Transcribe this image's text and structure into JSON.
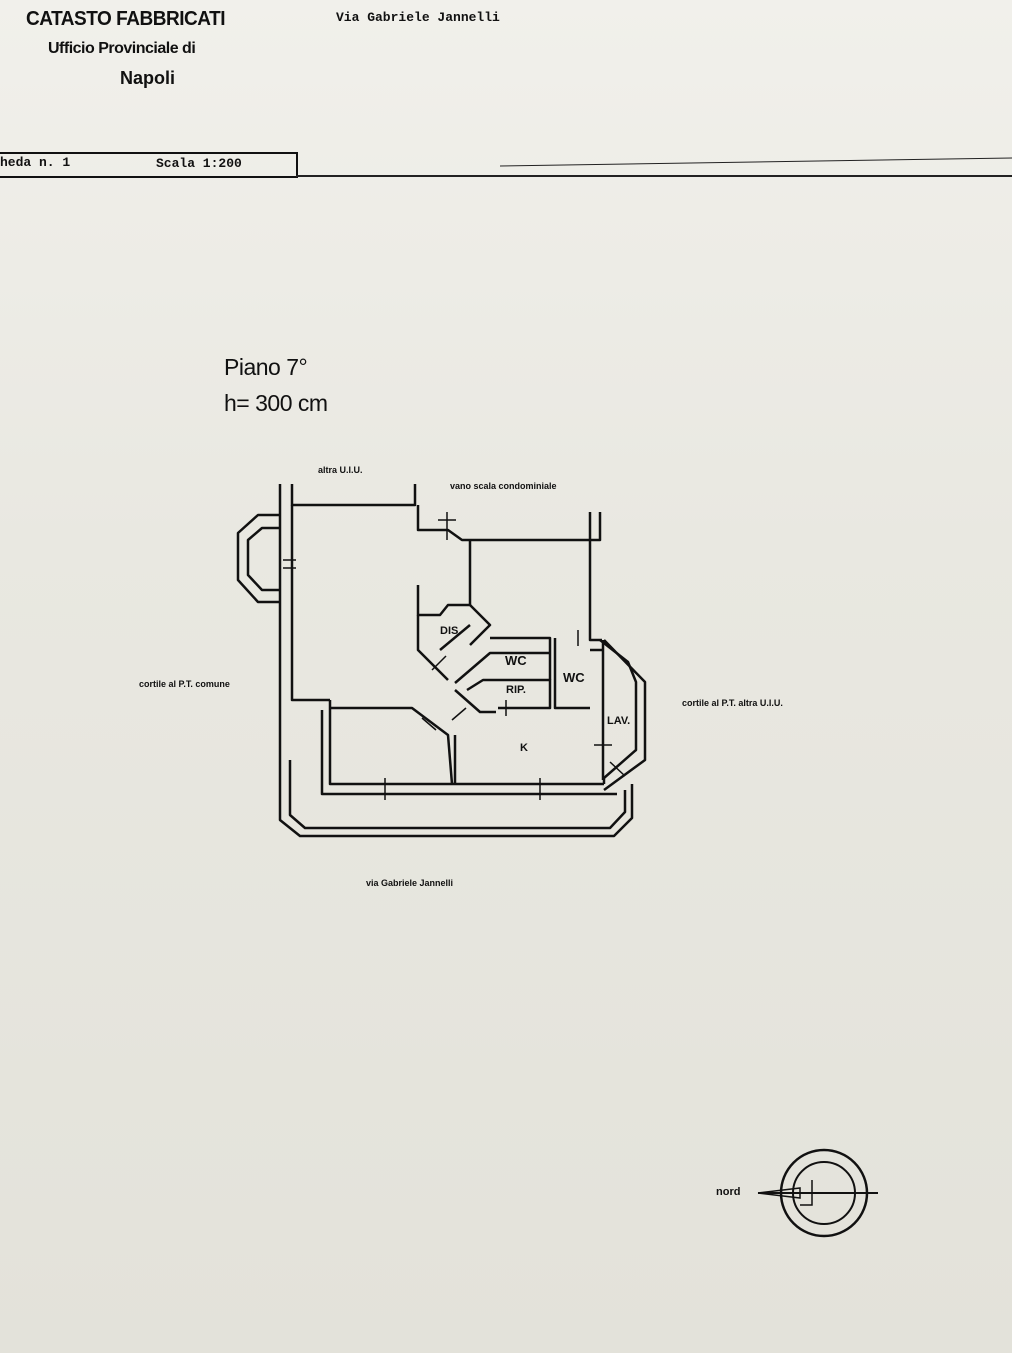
{
  "header": {
    "title": "CATASTO FABBRICATI",
    "office": "Ufficio Provinciale di",
    "city": "Napoli",
    "street": "Via Gabriele Jannelli",
    "sheet_number": "heda n. 1",
    "scale": "Scala 1:200"
  },
  "floor": {
    "level": "Piano 7°",
    "height": "h= 300 cm"
  },
  "plan_labels": {
    "top_left": "altra U.I.U.",
    "top_right": "vano scala condominiale",
    "left": "cortile al P.T. comune",
    "right": "cortile al P.T. altra U.I.U.",
    "bottom": "via Gabriele Jannelli"
  },
  "rooms": {
    "dis": "DIS.",
    "wc1": "WC",
    "wc2": "WC",
    "rip": "RIP.",
    "lav": "LAV.",
    "k": "K"
  },
  "compass": {
    "label": "nord"
  }
}
